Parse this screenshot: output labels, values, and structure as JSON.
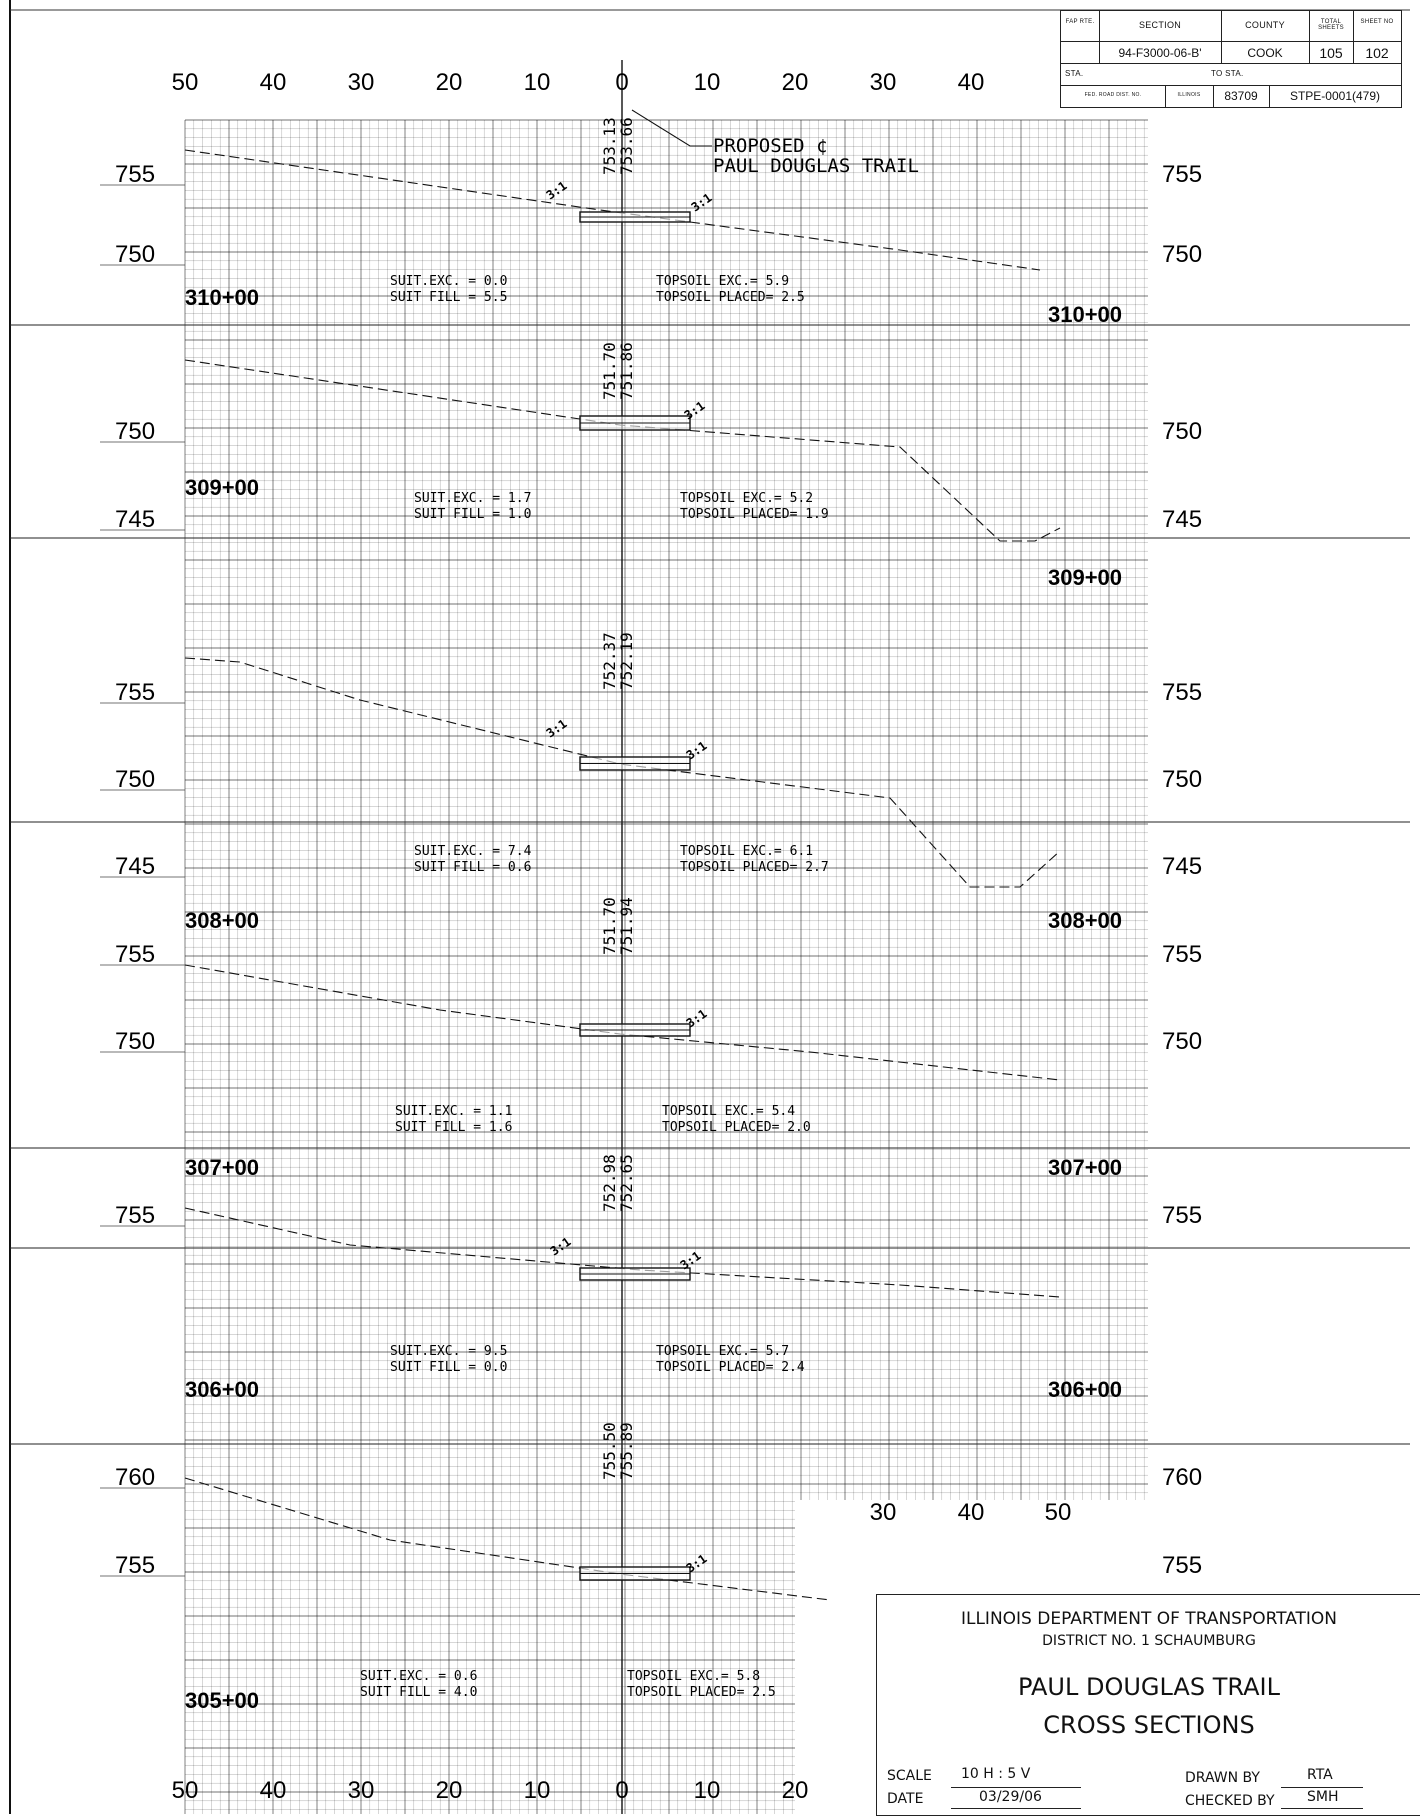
{
  "header": {
    "fap_rte_label": "FAP RTE.",
    "section_label": "SECTION",
    "county_label": "COUNTY",
    "total_sheets_label": "TOTAL SHEETS",
    "sheet_no_label": "SHEET NO",
    "section": "94-F3000-06-B'",
    "county": "COOK",
    "total_sheets": "105",
    "sheet_no": "102",
    "sta_label": "STA.",
    "to_sta_label": "TO STA.",
    "fed_road_dist_label": "FED. ROAD DIST. NO.",
    "state": "ILLINOIS",
    "contract": "83709",
    "project": "STPE-0001(479)"
  },
  "callout": {
    "line1": "PROPOSED ¢",
    "line2": "PAUL DOUGLAS TRAIL"
  },
  "offsets_top": [
    "50",
    "40",
    "30",
    "20",
    "10",
    "0",
    "10",
    "20",
    "30",
    "40"
  ],
  "offsets_bottom": [
    "50",
    "40",
    "30",
    "20",
    "10",
    "0",
    "10",
    "20"
  ],
  "offsets_mid": [
    "30",
    "40",
    "50"
  ],
  "sections": [
    {
      "station": "310+00",
      "excavation": "SUIT.EXC. = 0.0",
      "fill": "SUIT FILL = 5.5",
      "topsoil_exc": "TOPSOIL EXC.= 5.9",
      "topsoil_placed": "TOPSOIL PLACED= 2.5",
      "elev_existing": "753.13",
      "elev_proposed": "753.66",
      "elev_labels": [
        "755",
        "750"
      ],
      "slopes": [
        "3:1",
        "3:1"
      ]
    },
    {
      "station": "309+00",
      "excavation": "SUIT.EXC. = 1.7",
      "fill": "SUIT FILL = 1.0",
      "topsoil_exc": "TOPSOIL EXC.= 5.2",
      "topsoil_placed": "TOPSOIL PLACED= 1.9",
      "elev_existing": "751.70",
      "elev_proposed": "751.86",
      "elev_labels": [
        "750",
        "745"
      ],
      "slopes": [
        "3:1"
      ]
    },
    {
      "station": "308+00",
      "excavation": "SUIT.EXC. = 7.4",
      "fill": "SUIT FILL = 0.6",
      "topsoil_exc": "TOPSOIL EXC.= 6.1",
      "topsoil_placed": "TOPSOIL PLACED= 2.7",
      "elev_existing": "752.37",
      "elev_proposed": "752.19",
      "elev_labels": [
        "755",
        "750",
        "745"
      ],
      "slopes": [
        "3:1",
        "3:1"
      ]
    },
    {
      "station": "307+00",
      "excavation": "SUIT.EXC. = 1.1",
      "fill": "SUIT FILL = 1.6",
      "topsoil_exc": "TOPSOIL EXC.= 5.4",
      "topsoil_placed": "TOPSOIL PLACED= 2.0",
      "elev_existing": "751.70",
      "elev_proposed": "751.94",
      "elev_labels": [
        "755",
        "750"
      ],
      "slopes": [
        "3:1"
      ]
    },
    {
      "station": "306+00",
      "excavation": "SUIT.EXC. = 9.5",
      "fill": "SUIT FILL = 0.0",
      "topsoil_exc": "TOPSOIL EXC.= 5.7",
      "topsoil_placed": "TOPSOIL PLACED= 2.4",
      "elev_existing": "752.98",
      "elev_proposed": "752.65",
      "elev_labels": [
        "755"
      ],
      "slopes": [
        "3:1",
        "3:1"
      ]
    },
    {
      "station": "305+00",
      "excavation": "SUIT.EXC. = 0.6",
      "fill": "SUIT FILL = 4.0",
      "topsoil_exc": "TOPSOIL EXC.= 5.8",
      "topsoil_placed": "TOPSOIL PLACED= 2.5",
      "elev_existing": "755.50",
      "elev_proposed": "755.89",
      "elev_labels": [
        "760",
        "755"
      ],
      "slopes": [
        "3:1"
      ]
    }
  ],
  "title_block": {
    "agency": "ILLINOIS DEPARTMENT OF TRANSPORTATION",
    "district": "DISTRICT NO. 1 SCHAUMBURG",
    "title1": "PAUL DOUGLAS TRAIL",
    "title2": "CROSS SECTIONS",
    "scale_label": "SCALE",
    "scale": "10 H : 5 V",
    "date_label": "DATE",
    "date": "03/29/06",
    "drawn_by_label": "DRAWN BY",
    "drawn_by": "RTA",
    "checked_by_label": "CHECKED BY",
    "checked_by": "SMH"
  }
}
